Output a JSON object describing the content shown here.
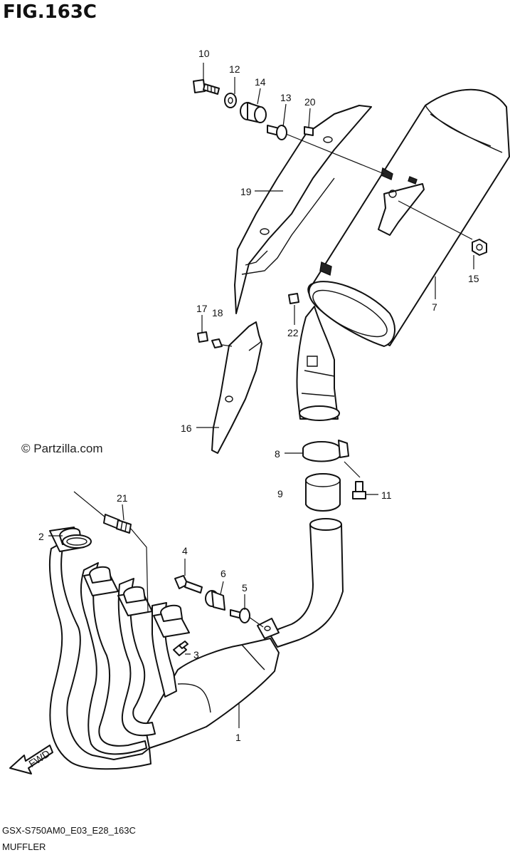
{
  "header": {
    "title": "FIG.163C"
  },
  "watermark": "© Partzilla.com",
  "footer": {
    "code": "GSX-S750AM0_E03_E28_163C",
    "name": "MUFFLER"
  },
  "fwd_label": "FWD",
  "callouts": {
    "c1": "1",
    "c2": "2",
    "c3": "3",
    "c4": "4",
    "c5": "5",
    "c6": "6",
    "c7": "7",
    "c8": "8",
    "c9": "9",
    "c10": "10",
    "c11": "11",
    "c12": "12",
    "c13": "13",
    "c14": "14",
    "c15": "15",
    "c16": "16",
    "c17": "17",
    "c18": "18",
    "c19": "19",
    "c20": "20",
    "c21": "21",
    "c22": "22"
  }
}
